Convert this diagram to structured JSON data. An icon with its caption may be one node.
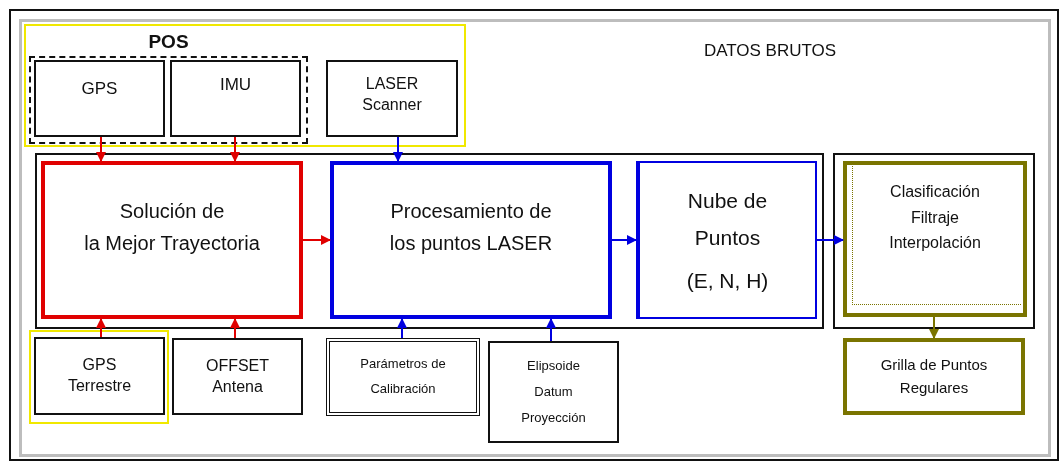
{
  "diagram": {
    "nodes": [
      {
        "text": [
          "DATOS BRUTOS"
        ]
      },
      {
        "text": [],
        "shape": "box",
        "in": 0
      },
      {
        "text": [
          "POS"
        ],
        "in": 1
      },
      {
        "text": [
          "GPS"
        ],
        "in": 2
      },
      {
        "text": [
          "IMU"
        ],
        "in": 2
      },
      {
        "text": [
          "LASER Scanner"
        ],
        "in": 1
      },
      {
        "text": [],
        "shape": "box",
        "in": 0
      },
      {
        "text": [
          "Solución de la Mejor Trayectoria"
        ],
        "in": 6
      },
      {
        "text": [
          "Procesamiento de los puntos LASER"
        ],
        "in": 6
      },
      {
        "text": [
          "Nube de Puntos",
          "(E, N, H)"
        ],
        "in": 6
      },
      {
        "text": [],
        "shape": "box",
        "in": 0
      },
      {
        "text": [
          "Clasificación Filtraje Interpolación"
        ],
        "in": 10
      },
      {
        "text": [],
        "shape": "box",
        "in": 0
      },
      {
        "text": [
          "GPS Terrestre"
        ],
        "in": 12
      },
      {
        "text": [
          "OFFSET Antena"
        ],
        "in": 0
      },
      {
        "text": [
          "Parámetros de Calibración"
        ],
        "in": 0
      },
      {
        "text": [
          "Elipsoide Datum Proyección"
        ],
        "in": 0
      },
      {
        "text": [
          "Grilla de Puntos Regulares"
        ],
        "in": 0
      }
    ],
    "edges": [
      {
        "from": 3,
        "to": 7,
        "arrow": "to",
        "color": "#e00000"
      },
      {
        "from": 4,
        "to": 7,
        "arrow": "to",
        "color": "#e00000"
      },
      {
        "from": 5,
        "to": 8,
        "arrow": "to",
        "color": "#0000e0"
      },
      {
        "from": 7,
        "to": 8,
        "arrow": "to",
        "color": "#e00000"
      },
      {
        "from": 8,
        "to": 9,
        "arrow": "to",
        "color": "#0000e0"
      },
      {
        "from": 9,
        "to": 11,
        "arrow": "to",
        "color": "#0000e0"
      },
      {
        "from": 11,
        "to": 17,
        "arrow": "to",
        "color": "#7a7400"
      },
      {
        "from": 13,
        "to": 7,
        "arrow": "to",
        "color": "#e00000"
      },
      {
        "from": 14,
        "to": 7,
        "arrow": "to",
        "color": "#e00000"
      },
      {
        "from": 15,
        "to": 8,
        "arrow": "to",
        "color": "#0000e0"
      },
      {
        "from": 16,
        "to": 8,
        "arrow": "to",
        "color": "#0000e0"
      }
    ]
  }
}
